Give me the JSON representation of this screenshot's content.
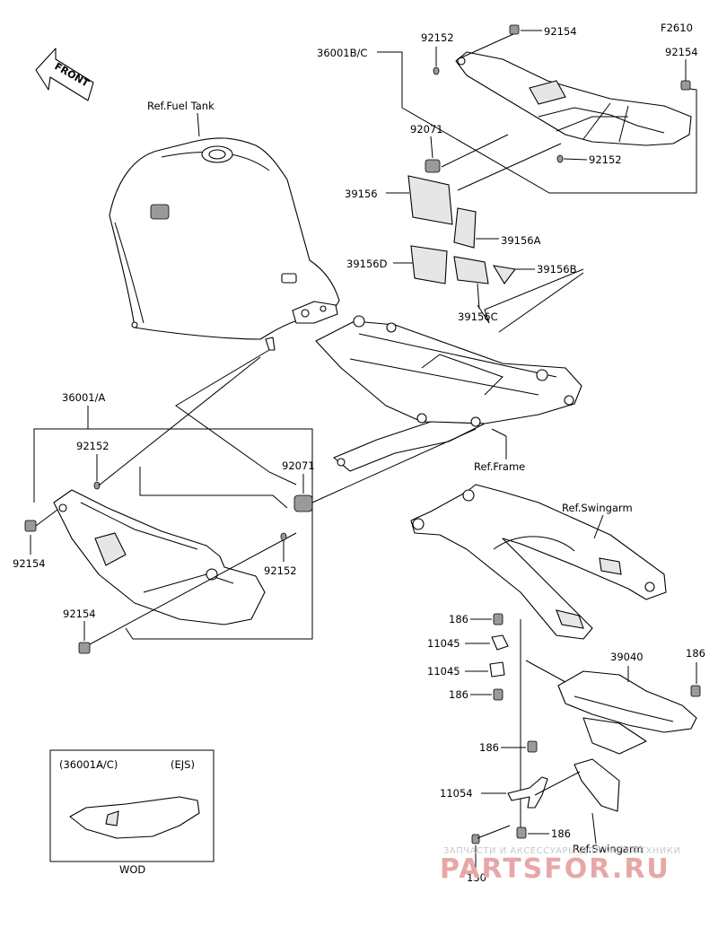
{
  "diagram_code": "F2610",
  "front_label": "FRONT",
  "callouts": {
    "p36001bc": "36001B/C",
    "p92152_top": "92152",
    "p92154_top": "92154",
    "p92154_right": "92154",
    "p92071_top": "92071",
    "p92152_mid": "92152",
    "p39156": "39156",
    "p39156a": "39156A",
    "p39156d": "39156D",
    "p39156b": "39156B",
    "p39156c": "39156C",
    "ref_fuel_tank": "Ref.Fuel Tank",
    "p36001a": "36001/A",
    "p92152_left": "92152",
    "p92154_left": "92154",
    "p92154_lower": "92154",
    "p92071_mid": "92071",
    "p92152_lower": "92152",
    "ref_frame": "Ref.Frame",
    "ref_swingarm": "Ref.Swingarm",
    "p186_a": "186",
    "p11045_a": "11045",
    "p11045_b": "11045",
    "p186_b": "186",
    "p39040": "39040",
    "p186_right": "186",
    "p186_c": "186",
    "p11054": "11054",
    "p186_d": "186",
    "p130": "130",
    "ref_swingarm_2": "Ref.Swingarm"
  },
  "inset": {
    "title_left": "(36001A/C)",
    "title_right": "(EJS)",
    "caption": "WOD"
  },
  "watermark": {
    "line1": "ЗАПЧАСТИ И АКСЕССУАРЫ ДЛЯ МОТОТЕХНИКИ",
    "line2": "PARTSFOR.RU"
  }
}
